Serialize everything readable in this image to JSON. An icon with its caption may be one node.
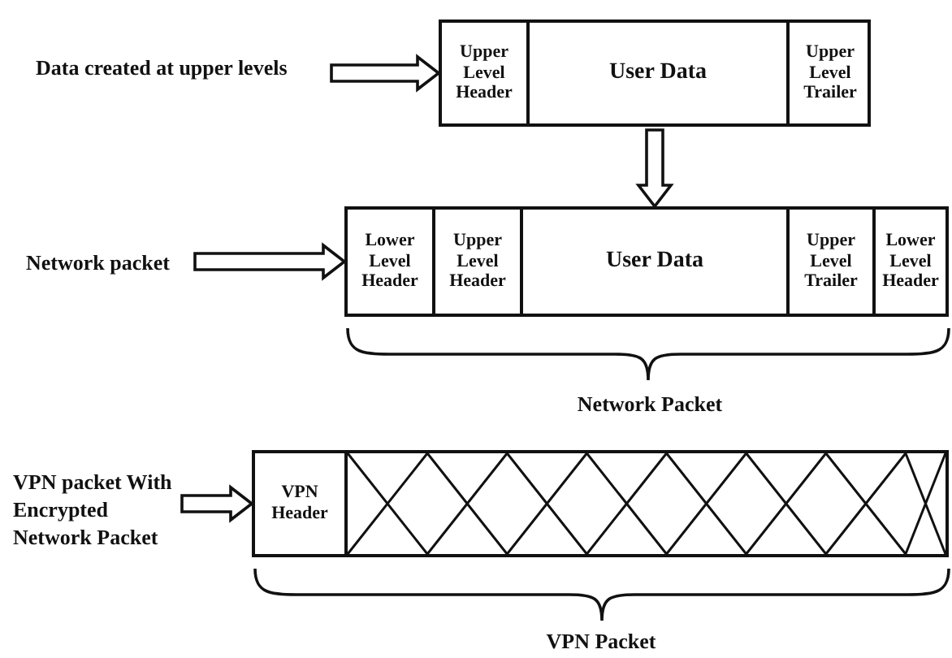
{
  "diagram": {
    "nodes": [
      {
        "text": [
          "Data created at upper levels"
        ]
      },
      {
        "text": [],
        "shape": "box"
      },
      {
        "text": [
          "Upper Level Header"
        ],
        "in": 1
      },
      {
        "text": [
          "User Data"
        ],
        "in": 1
      },
      {
        "text": [
          "Upper Level Trailer"
        ],
        "in": 1
      },
      {
        "text": [
          "Network packet"
        ]
      },
      {
        "text": [],
        "shape": "box"
      },
      {
        "text": [
          "Lower Level Header"
        ],
        "in": 6
      },
      {
        "text": [
          "Upper Level Header"
        ],
        "in": 6
      },
      {
        "text": [
          "User Data"
        ],
        "in": 6
      },
      {
        "text": [
          "Upper Level Trailer"
        ],
        "in": 6
      },
      {
        "text": [
          "Lower Level Header"
        ],
        "in": 6
      },
      {
        "text": [
          "VPN packet With Encrypted Network Packet"
        ]
      },
      {
        "text": [],
        "shape": "box"
      },
      {
        "text": [
          "VPN Header"
        ],
        "in": 13
      },
      {
        "text": [],
        "shape": "box",
        "in": 13
      }
    ],
    "edges": [
      {
        "from": 0,
        "to": 1,
        "arrow": "to"
      },
      {
        "from": 1,
        "to": 6,
        "arrow": "to"
      },
      {
        "from": 5,
        "to": 6,
        "arrow": "to"
      },
      {
        "from": 12,
        "to": 13,
        "arrow": "to"
      }
    ],
    "labels": [
      "Network Packet",
      "VPN Packet"
    ]
  }
}
